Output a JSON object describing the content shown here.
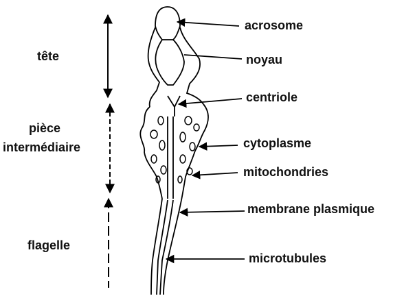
{
  "diagram": {
    "title": "",
    "regions": [
      {
        "key": "tete",
        "label": "tête"
      },
      {
        "key": "piece",
        "label_line1": "pièce",
        "label_line2": "intermédiaire"
      },
      {
        "key": "flagelle",
        "label": "flagelle"
      }
    ],
    "parts": [
      {
        "key": "acrosome",
        "label": "acrosome"
      },
      {
        "key": "noyau",
        "label": "noyau"
      },
      {
        "key": "centriole",
        "label": "centriole"
      },
      {
        "key": "cytoplasme",
        "label": "cytoplasme"
      },
      {
        "key": "mitochondries",
        "label": "mitochondries"
      },
      {
        "key": "membrane",
        "label": "membrane plasmique"
      },
      {
        "key": "microtubules",
        "label": "microtubules"
      }
    ],
    "line_color": "#000000",
    "background": "#ffffff"
  }
}
